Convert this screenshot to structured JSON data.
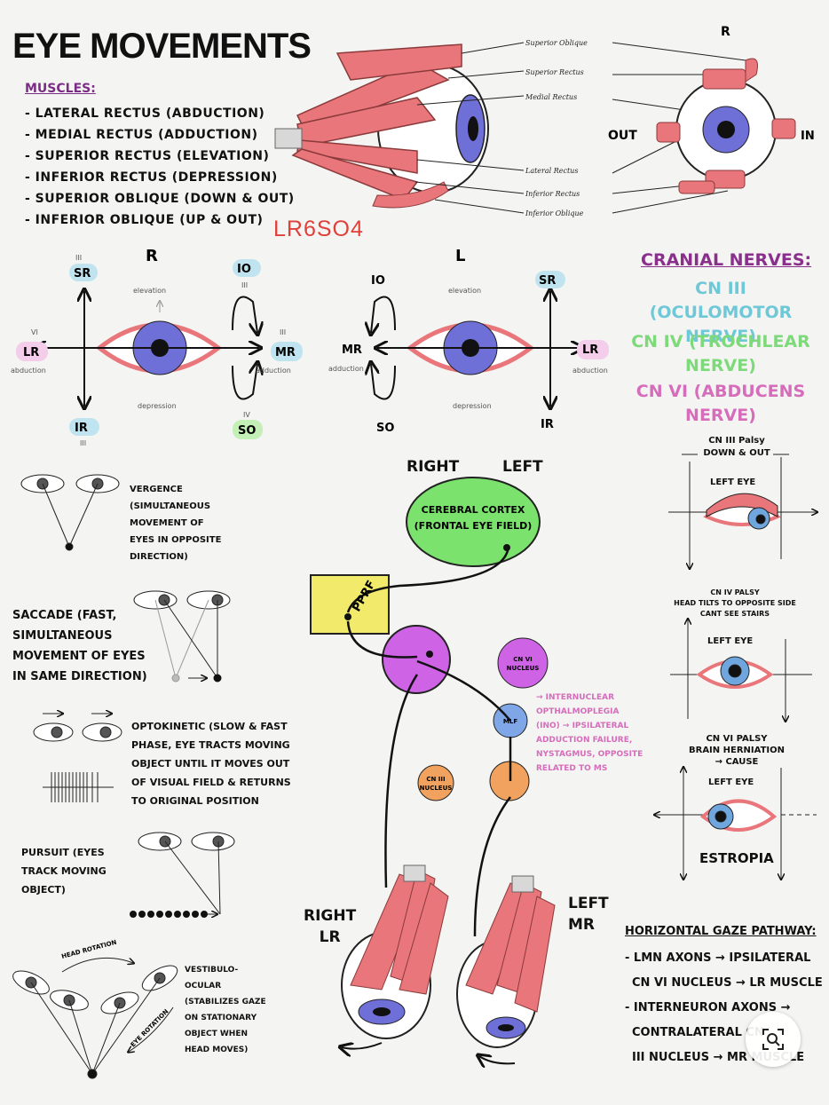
{
  "title": "EYE MOVEMENTS",
  "muscles": {
    "heading": "MUSCLES:",
    "items": [
      "- LATERAL RECTUS (ABDUCTION)",
      "- MEDIAL RECTUS (ADDUCTION)",
      "- SUPERIOR RECTUS (ELEVATION)",
      "- INFERIOR RECTUS (DEPRESSION)",
      "- SUPERIOR OBLIQUE (DOWN & OUT)",
      "- INFERIOR OBLIQUE (UP & OUT)"
    ]
  },
  "mnemonic": "LR6SO4",
  "side_view_labels": [
    "Superior Oblique",
    "Superior Rectus",
    "Medial Rectus",
    "Lateral Rectus",
    "Inferior Rectus",
    "Inferior Oblique"
  ],
  "front_view": {
    "side": "R",
    "out": "OUT",
    "in": "IN"
  },
  "right_eye": {
    "side": "R",
    "sr": "SR",
    "lr": "LR",
    "ir": "IR",
    "io": "IO",
    "mr": "MR",
    "so": "SO",
    "elevation": "elevation",
    "depression": "depression",
    "abduction": "abduction",
    "adduction": "adduction",
    "n3": "III",
    "n6": "VI",
    "n4": "IV"
  },
  "left_eye": {
    "side": "L",
    "io": "IO",
    "sr": "SR",
    "mr": "MR",
    "lr": "LR",
    "so": "SO",
    "ir": "IR",
    "elevation": "elevation",
    "depression": "depression",
    "adduction": "adduction",
    "abduction": "abduction"
  },
  "cranial_nerves": {
    "heading": "CRANIAL NERVES:",
    "cn3": [
      "CN III (OCULOMOTOR",
      "NERVE)"
    ],
    "cn4": [
      "CN IV (TROCHLEAR",
      "NERVE)"
    ],
    "cn6": [
      "CN VI (ABDUCENS",
      "NERVE)"
    ]
  },
  "movements": {
    "vergence": [
      "VERGENCE",
      "(SIMULTANEOUS",
      "MOVEMENT OF",
      "EYES IN OPPOSITE",
      "DIRECTION)"
    ],
    "saccade": [
      "SACCADE (FAST,",
      "SIMULTANEOUS",
      "MOVEMENT OF EYES",
      "IN SAME DIRECTION)"
    ],
    "optokinetic": [
      "OPTOKINETIC (SLOW & FAST",
      "PHASE, EYE TRACTS MOVING",
      "OBJECT UNTIL IT MOVES OUT",
      "OF VISUAL FIELD & RETURNS",
      "TO ORIGINAL POSITION"
    ],
    "pursuit": [
      "PURSUIT (EYES",
      "TRACK MOVING",
      "OBJECT)"
    ],
    "vestibulo": [
      "VESTIBULO-",
      "OCULAR",
      "(STABILIZES GAZE",
      "ON STATIONARY",
      "OBJECT WHEN",
      "HEAD MOVES)"
    ],
    "head_rotation": "HEAD ROTATION",
    "eye_rotation": "EYE ROTATION"
  },
  "pathway": {
    "right": "RIGHT",
    "left": "LEFT",
    "cortex": [
      "CEREBRAL CORTEX",
      "(FRONTAL EYE FIELD)"
    ],
    "pprf": "PPRF",
    "cn6_nucleus": [
      "CN VI",
      "NUCLEUS"
    ],
    "cn3_nucleus": [
      "CN III",
      "NUCLEUS"
    ],
    "mlf": "MLF",
    "ino": [
      "→ INTERNUCLEAR",
      "OPTHALMOPLEGIA",
      "(INO) → IPSILATERAL",
      "ADDUCTION FAILURE,",
      "NYSTAGMUS, OPPOSITE",
      "RELATED TO MS"
    ],
    "right_lr": [
      "RIGHT",
      "LR"
    ],
    "left_mr": [
      "LEFT",
      "MR"
    ]
  },
  "palsies": {
    "cn3": [
      "CN III Palsy",
      "DOWN & OUT"
    ],
    "cn3_eye": "LEFT EYE",
    "cn4": [
      "CN IV PALSY",
      "HEAD TILTS TO OPPOSITE SIDE",
      "CANT SEE STAIRS"
    ],
    "cn4_eye": "LEFT EYE",
    "cn6": [
      "CN VI PALSY",
      "BRAIN HERNIATION",
      "→ CAUSE"
    ],
    "cn6_eye": "LEFT EYE",
    "cn6_result": "ESTROPIA"
  },
  "horizontal_gaze": {
    "heading": "HORIZONTAL GAZE PATHWAY:",
    "lines": [
      "- LMN AXONS → IPSILATERAL",
      "CN VI NUCLEUS → LR MUSCLE",
      "- INTERNEURON AXONS →",
      "CONTRALATERAL CN",
      "III NUCLEUS → MR MUSCLE"
    ]
  },
  "colors": {
    "muscle": "#e8767a",
    "iris": "#6f6fd8",
    "cortex": "#7be36d",
    "pprf": "#f2ea6a",
    "purple": "#cf63e6",
    "mlf": "#7fa6e6",
    "orange": "#f0a25e"
  }
}
